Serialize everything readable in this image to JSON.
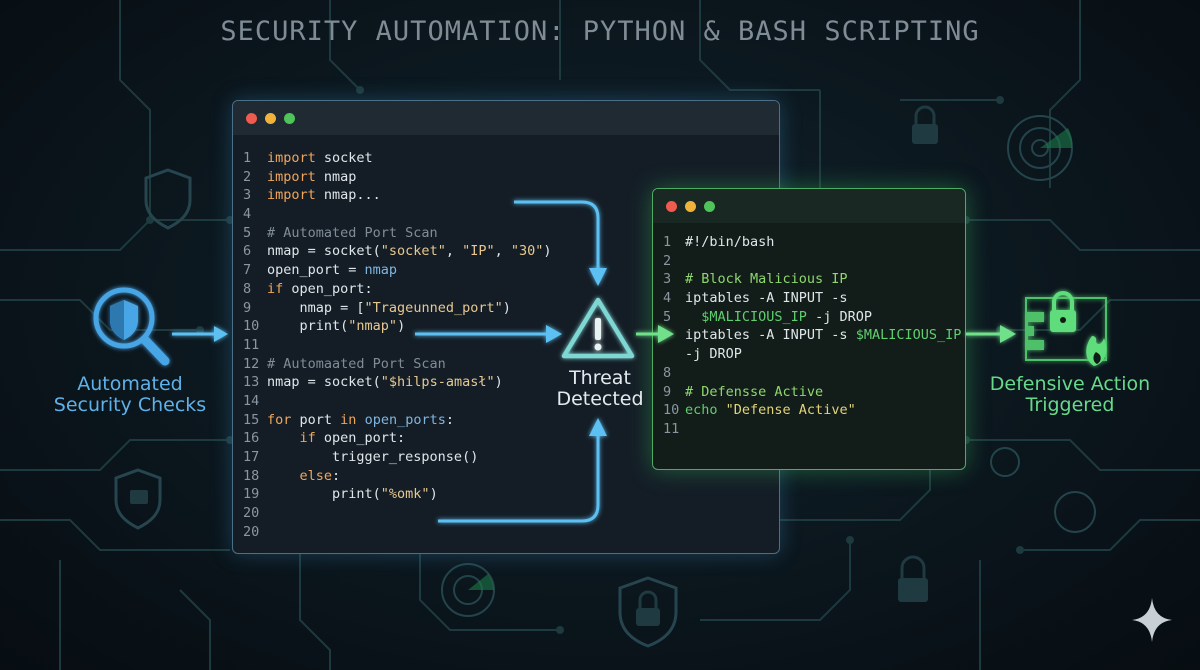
{
  "title": "SECURITY AUTOMATION: PYTHON & BASH SCRIPTING",
  "labels": {
    "left_line1": "Automated",
    "left_line2": "Security Checks",
    "center_line1": "Threat",
    "center_line2": "Detected",
    "right_line1": "Defensive Action",
    "right_line2": "Triggered"
  },
  "python_code": [
    {
      "n": "1",
      "segs": [
        {
          "c": "kw",
          "t": "import"
        },
        {
          "c": "tx",
          "t": " socket"
        }
      ]
    },
    {
      "n": "2",
      "segs": [
        {
          "c": "kw",
          "t": "import"
        },
        {
          "c": "tx",
          "t": " nmap"
        }
      ]
    },
    {
      "n": "3",
      "segs": [
        {
          "c": "kw",
          "t": "import"
        },
        {
          "c": "tx",
          "t": " nmap..."
        }
      ]
    },
    {
      "n": "4",
      "segs": []
    },
    {
      "n": "5",
      "segs": [
        {
          "c": "cm",
          "t": "# Automated Port Scan"
        }
      ]
    },
    {
      "n": "6",
      "segs": [
        {
          "c": "tx",
          "t": "nmap = socket("
        },
        {
          "c": "st",
          "t": "\"socket\""
        },
        {
          "c": "tx",
          "t": ", "
        },
        {
          "c": "st",
          "t": "\"IP\""
        },
        {
          "c": "tx",
          "t": ", "
        },
        {
          "c": "st",
          "t": "\"30\""
        },
        {
          "c": "tx",
          "t": ")"
        }
      ]
    },
    {
      "n": "7",
      "segs": [
        {
          "c": "tx",
          "t": "open_port = "
        },
        {
          "c": "bl",
          "t": "nmap"
        }
      ]
    },
    {
      "n": "8",
      "segs": [
        {
          "c": "kw",
          "t": "if"
        },
        {
          "c": "tx",
          "t": " open_port:"
        }
      ]
    },
    {
      "n": "9",
      "segs": [
        {
          "c": "tx",
          "t": "    nmap = ["
        },
        {
          "c": "st",
          "t": "\"Trageunned_port\""
        },
        {
          "c": "tx",
          "t": ")"
        }
      ]
    },
    {
      "n": "10",
      "segs": [
        {
          "c": "tx",
          "t": "    print("
        },
        {
          "c": "st",
          "t": "\"nmap\""
        },
        {
          "c": "tx",
          "t": ")"
        }
      ]
    },
    {
      "n": "11",
      "segs": []
    },
    {
      "n": "12",
      "segs": [
        {
          "c": "cm",
          "t": "# Automaated Port Scan"
        }
      ]
    },
    {
      "n": "13",
      "segs": [
        {
          "c": "tx",
          "t": "nmap = socket("
        },
        {
          "c": "st",
          "t": "\"$hilps-amasł\""
        },
        {
          "c": "tx",
          "t": ")"
        }
      ]
    },
    {
      "n": "14",
      "segs": []
    },
    {
      "n": "15",
      "segs": [
        {
          "c": "kw",
          "t": "for"
        },
        {
          "c": "tx",
          "t": " port "
        },
        {
          "c": "kw",
          "t": "in"
        },
        {
          "c": "tx",
          "t": " "
        },
        {
          "c": "bl",
          "t": "open_ports"
        },
        {
          "c": "tx",
          "t": ":"
        }
      ]
    },
    {
      "n": "16",
      "segs": [
        {
          "c": "tx",
          "t": "    "
        },
        {
          "c": "kw",
          "t": "if"
        },
        {
          "c": "tx",
          "t": " open_port:"
        }
      ]
    },
    {
      "n": "17",
      "segs": [
        {
          "c": "tx",
          "t": "        trigger_response()"
        }
      ]
    },
    {
      "n": "18",
      "segs": [
        {
          "c": "tx",
          "t": "    "
        },
        {
          "c": "kw",
          "t": "else"
        },
        {
          "c": "tx",
          "t": ":"
        }
      ]
    },
    {
      "n": "19",
      "segs": [
        {
          "c": "tx",
          "t": "        print("
        },
        {
          "c": "st",
          "t": "\"%omk\""
        },
        {
          "c": "tx",
          "t": ")"
        }
      ]
    },
    {
      "n": "20",
      "segs": []
    },
    {
      "n": "20",
      "segs": []
    }
  ],
  "bash_code": [
    {
      "n": "1",
      "segs": [
        {
          "c": "tx",
          "t": "#!/bin/bash"
        }
      ]
    },
    {
      "n": "2",
      "segs": []
    },
    {
      "n": "3",
      "segs": [
        {
          "c": "sh-cm",
          "t": "# Block Malicious IP"
        }
      ]
    },
    {
      "n": "4",
      "segs": [
        {
          "c": "tx",
          "t": "iptables -A INPUT -s"
        }
      ]
    },
    {
      "n": "5",
      "segs": [
        {
          "c": "tx",
          "t": "  "
        },
        {
          "c": "sh-var",
          "t": "$MALICIOUS_IP"
        },
        {
          "c": "tx",
          "t": " -j DROP"
        }
      ]
    },
    {
      "n": "",
      "segs": [
        {
          "c": "tx",
          "t": "iptables -A INPUT -s "
        },
        {
          "c": "sh-var",
          "t": "$MALICIOUS_IP"
        }
      ]
    },
    {
      "n": "",
      "segs": [
        {
          "c": "tx",
          "t": "-j DROP"
        }
      ]
    },
    {
      "n": "8",
      "segs": []
    },
    {
      "n": "9",
      "segs": [
        {
          "c": "sh-cm",
          "t": "# Defensse Active"
        }
      ]
    },
    {
      "n": "10",
      "segs": [
        {
          "c": "sh-var",
          "t": "echo"
        },
        {
          "c": "tx",
          "t": " "
        },
        {
          "c": "sh-st",
          "t": "\"Defense Active\""
        }
      ]
    },
    {
      "n": "11",
      "segs": []
    }
  ],
  "colors": {
    "accent_blue": "#5fb1e9",
    "accent_green": "#5fdc7c",
    "background": "#0b161d"
  },
  "icons": {
    "left": "magnifier-shield-icon",
    "center": "warning-triangle-icon",
    "right": "firewall-lock-icon",
    "corner": "sparkle-icon"
  }
}
